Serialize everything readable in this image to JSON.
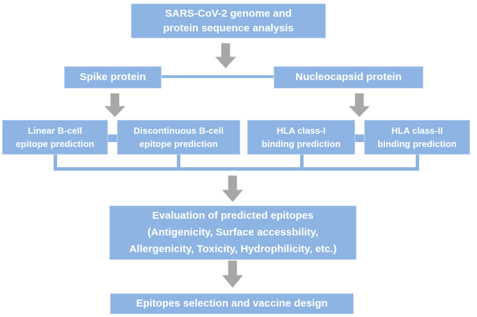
{
  "colors": {
    "box_fill": "#8DB4E2",
    "box_edge": "#C2D5F0",
    "box_text": "#FFFFFF",
    "arrow": "#A7A7A7",
    "background": "#FFFFFF"
  },
  "nodes": {
    "genome_analysis": {
      "lines": [
        "SARS-CoV-2 genome  and",
        "protein sequence analysis"
      ]
    },
    "spike_protein": {
      "lines": [
        "Spike protein"
      ]
    },
    "nucleocapsid_protein": {
      "lines": [
        "Nucleocapsid protein"
      ]
    },
    "linear_bcell": {
      "lines": [
        "Linear B-cell",
        "epitope prediction"
      ]
    },
    "discontinuous_bcell": {
      "lines": [
        "Discontinuous B-cell",
        "epitope prediction"
      ]
    },
    "hla_class1": {
      "lines": [
        "HLA class-I",
        "binding prediction"
      ]
    },
    "hla_class2": {
      "lines": [
        "HLA class-II",
        "binding prediction"
      ]
    },
    "evaluation": {
      "lines": [
        "Evaluation of predicted epitopes",
        "(Antigenicity, Surface accessbility,",
        "Allergenicity, Toxicity, Hydrophilicity, etc.)"
      ]
    },
    "selection": {
      "lines": [
        "Epitopes selection and vaccine design"
      ]
    }
  }
}
